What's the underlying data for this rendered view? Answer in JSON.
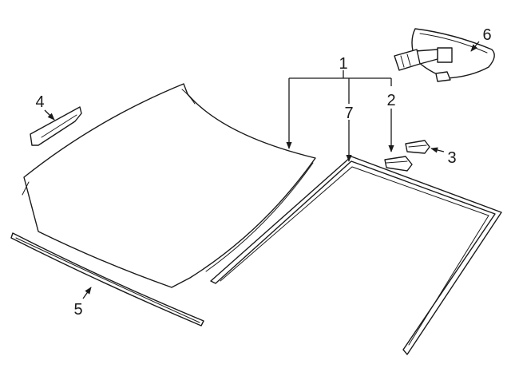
{
  "diagram": {
    "callouts": {
      "c1": "1",
      "c2": "2",
      "c3": "3",
      "c4": "4",
      "c5": "5",
      "c6": "6",
      "c7": "7"
    },
    "colors": {
      "line": "#1a1a1a",
      "background": "#ffffff"
    }
  }
}
